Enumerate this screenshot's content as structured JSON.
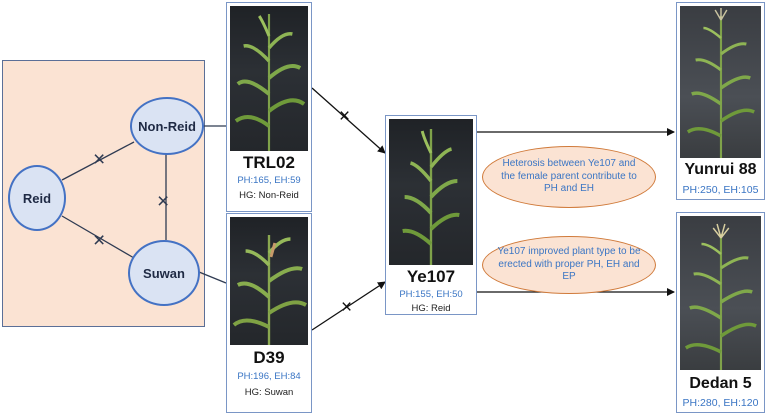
{
  "colors": {
    "panel_bg": "#fbe3d3",
    "node_fill": "#dae3f3",
    "node_stroke": "#4472c4",
    "metric_text": "#3a75c4",
    "note_stroke": "#d07a3a"
  },
  "heterotic_groups": {
    "reid": "Reid",
    "non_reid": "Non-Reid",
    "suwan": "Suwan"
  },
  "cross_symbol": "×",
  "lines": {
    "trl02": {
      "name": "TRL02",
      "metrics": "PH:165, EH:59",
      "group": "HG: Non-Reid"
    },
    "d39": {
      "name": "D39",
      "metrics": "PH:196, EH:84",
      "group": "HG: Suwan"
    },
    "ye107": {
      "name": "Ye107",
      "metrics": "PH:155, EH:50",
      "group": "HG: Reid"
    },
    "yunrui88": {
      "name": "Yunrui 88",
      "metrics": "PH:250, EH:105"
    },
    "dedan5": {
      "name": "Dedan 5",
      "metrics": "PH:280, EH:120"
    }
  },
  "notes": {
    "heterosis": "Heterosis between Ye107 and the female parent contribute to PH and EH",
    "plant_type": "Ye107 improved plant type to be erected with proper PH, EH and EP"
  }
}
